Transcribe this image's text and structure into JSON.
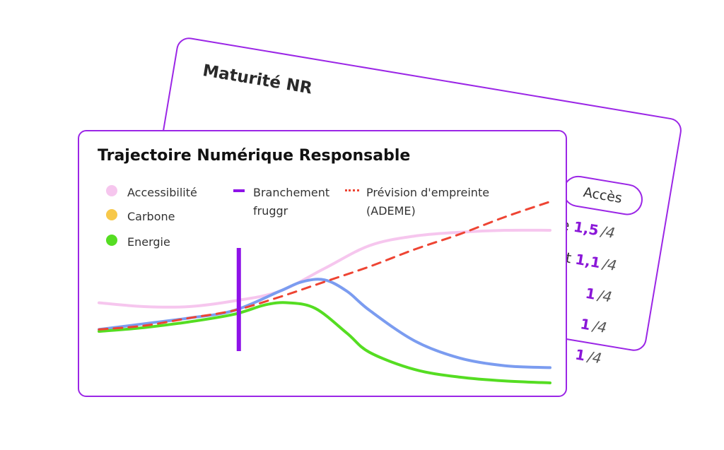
{
  "back_card": {
    "title": "Maturité NR",
    "pill_label": "Accès",
    "scores": [
      {
        "label": "le",
        "value": "1,5",
        "denominator": "/4"
      },
      {
        "label": "t",
        "value": "1,1",
        "denominator": "/4"
      },
      {
        "label": "",
        "value": "1",
        "denominator": "/4"
      },
      {
        "label": "",
        "value": "1",
        "denominator": "/4"
      },
      {
        "label": "",
        "value": "1",
        "denominator": "/4"
      }
    ]
  },
  "colors": {
    "accessibilite": "#f6c6ee",
    "carbone": "#f7c84a",
    "energie": "#55dd22",
    "blue_line": "#7b9cf0",
    "branchement": "#8e12e8",
    "prevision": "#ee4433",
    "border": "#9b26e6"
  },
  "chart_data": {
    "type": "line",
    "title": "Trajectoire Numérique Responsable",
    "xlabel": "",
    "ylabel": "",
    "xlim": [
      0,
      100
    ],
    "ylim": [
      0,
      100
    ],
    "grid": false,
    "legend_placement": "top",
    "legend": [
      {
        "name": "Accessibilité",
        "symbol": "dot",
        "color_key": "accessibilite"
      },
      {
        "name": "Carbone",
        "symbol": "dot",
        "color_key": "carbone"
      },
      {
        "name": "Energie",
        "symbol": "dot",
        "color_key": "energie"
      },
      {
        "name": "Branchement fruggr",
        "symbol": "bar",
        "color_key": "branchement"
      },
      {
        "name": "Prévision d'empreinte (ADEME)",
        "symbol": "dash",
        "color_key": "prevision"
      }
    ],
    "series": [
      {
        "color_key": "accessibilite",
        "style": "solid",
        "x": [
          0,
          10,
          20,
          30,
          40,
          50,
          60,
          70,
          80,
          90,
          100
        ],
        "y": [
          42,
          40,
          40,
          43,
          48,
          60,
          72,
          77,
          79,
          80,
          80
        ]
      },
      {
        "color_key": "blue_line",
        "style": "solid",
        "x": [
          0,
          10,
          20,
          30,
          40,
          45,
          50,
          55,
          60,
          70,
          80,
          90,
          100
        ],
        "y": [
          28,
          31,
          34,
          38,
          48,
          53,
          54,
          48,
          38,
          22,
          13,
          9,
          8
        ]
      },
      {
        "color_key": "energie",
        "style": "solid",
        "x": [
          0,
          10,
          20,
          30,
          37,
          42,
          48,
          55,
          60,
          70,
          80,
          90,
          100
        ],
        "y": [
          27,
          29,
          32,
          36,
          41,
          42,
          39,
          26,
          16,
          7,
          3,
          1,
          0
        ]
      },
      {
        "color_key": "prevision",
        "style": "dashed",
        "x": [
          0,
          10,
          20,
          30,
          40,
          50,
          60,
          70,
          80,
          90,
          100
        ],
        "y": [
          28,
          30,
          34,
          38,
          45,
          53,
          61,
          70,
          78,
          87,
          95
        ]
      }
    ],
    "marker_line": {
      "color_key": "branchement",
      "x": 31
    }
  }
}
